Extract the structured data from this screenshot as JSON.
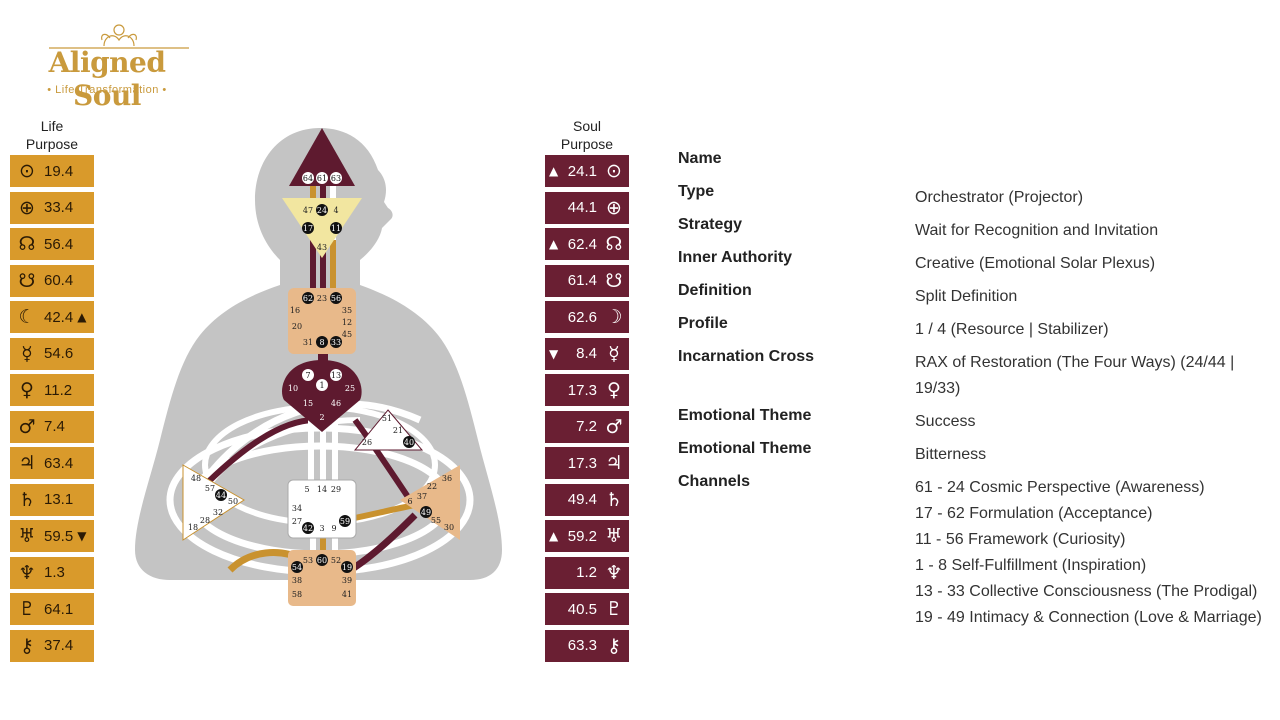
{
  "logo": {
    "title": "Aligned Soul",
    "subtitle": "• Life Transformation •",
    "color": "#c99a3d"
  },
  "life_purpose": {
    "heading": "Life\nPurpose",
    "color": "#d99a2b",
    "items": [
      {
        "icon": "sun-icon",
        "symbol": "⊙",
        "value": "19.4",
        "arrow": ""
      },
      {
        "icon": "earth-icon",
        "symbol": "⊕",
        "value": "33.4",
        "arrow": ""
      },
      {
        "icon": "north-node-icon",
        "symbol": "☊",
        "value": "56.4",
        "arrow": ""
      },
      {
        "icon": "south-node-icon",
        "symbol": "☋",
        "value": "60.4",
        "arrow": ""
      },
      {
        "icon": "moon-icon",
        "symbol": "☾",
        "value": "42.4",
        "arrow": "▲"
      },
      {
        "icon": "mercury-icon",
        "symbol": "☿",
        "value": "54.6",
        "arrow": ""
      },
      {
        "icon": "venus-icon",
        "symbol": "♀",
        "value": "11.2",
        "arrow": ""
      },
      {
        "icon": "mars-icon",
        "symbol": "♂",
        "value": "7.4",
        "arrow": ""
      },
      {
        "icon": "jupiter-icon",
        "symbol": "♃",
        "value": "63.4",
        "arrow": ""
      },
      {
        "icon": "saturn-icon",
        "symbol": "♄",
        "value": "13.1",
        "arrow": ""
      },
      {
        "icon": "uranus-icon",
        "symbol": "♅",
        "value": "59.5",
        "arrow": "▼"
      },
      {
        "icon": "neptune-icon",
        "symbol": "♆",
        "value": "1.3",
        "arrow": ""
      },
      {
        "icon": "pluto-icon",
        "symbol": "♇",
        "value": "64.1",
        "arrow": ""
      },
      {
        "icon": "chiron-icon",
        "symbol": "⚷",
        "value": "37.4",
        "arrow": ""
      }
    ]
  },
  "soul_purpose": {
    "heading": "Soul\nPurpose",
    "color": "#6a1f33",
    "items": [
      {
        "icon": "sun-icon",
        "symbol": "⊙",
        "value": "24.1",
        "arrow": "▲"
      },
      {
        "icon": "earth-icon",
        "symbol": "⊕",
        "value": "44.1",
        "arrow": ""
      },
      {
        "icon": "north-node-icon",
        "symbol": "☊",
        "value": "62.4",
        "arrow": "▲"
      },
      {
        "icon": "south-node-icon",
        "symbol": "☋",
        "value": "61.4",
        "arrow": ""
      },
      {
        "icon": "moon-icon",
        "symbol": "☽",
        "value": "62.6",
        "arrow": ""
      },
      {
        "icon": "mercury-icon",
        "symbol": "☿",
        "value": "8.4",
        "arrow": "▼"
      },
      {
        "icon": "venus-icon",
        "symbol": "♀",
        "value": "17.3",
        "arrow": ""
      },
      {
        "icon": "mars-icon",
        "symbol": "♂",
        "value": "7.2",
        "arrow": ""
      },
      {
        "icon": "jupiter-icon",
        "symbol": "♃",
        "value": "17.3",
        "arrow": ""
      },
      {
        "icon": "saturn-icon",
        "symbol": "♄",
        "value": "49.4",
        "arrow": ""
      },
      {
        "icon": "uranus-icon",
        "symbol": "♅",
        "value": "59.2",
        "arrow": "▲"
      },
      {
        "icon": "neptune-icon",
        "symbol": "♆",
        "value": "1.2",
        "arrow": ""
      },
      {
        "icon": "pluto-icon",
        "symbol": "♇",
        "value": "40.5",
        "arrow": ""
      },
      {
        "icon": "chiron-icon",
        "symbol": "⚷",
        "value": "63.3",
        "arrow": ""
      }
    ]
  },
  "bodygraph": {
    "colors": {
      "body": "#c4c4c4",
      "defined_maroon": "#5e1a2f",
      "defined_tan": "#e8b98a",
      "defined_yellow": "#f2e6a0",
      "channel_gold": "#c9922f",
      "channel_white": "#ffffff",
      "undefined": "#ffffff"
    },
    "centers": {
      "head": [
        "64",
        "61",
        "63"
      ],
      "ajna": [
        "47",
        "24",
        "4",
        "17",
        "11",
        "43"
      ],
      "throat": [
        "62",
        "23",
        "56",
        "16",
        "35",
        "20",
        "12",
        "45",
        "31",
        "8",
        "33"
      ],
      "g": [
        "7",
        "13",
        "10",
        "1",
        "25",
        "15",
        "46",
        "2"
      ],
      "heart": [
        "51",
        "21",
        "26",
        "40"
      ],
      "spleen": [
        "48",
        "57",
        "44",
        "50",
        "32",
        "28",
        "18"
      ],
      "sacral": [
        "5",
        "14",
        "29",
        "34",
        "27",
        "42",
        "3",
        "9",
        "59"
      ],
      "solar_plexus": [
        "36",
        "22",
        "37",
        "6",
        "49",
        "55",
        "30"
      ],
      "root": [
        "53",
        "60",
        "52",
        "54",
        "19",
        "38",
        "39",
        "58",
        "41"
      ]
    },
    "activated_gates": [
      "64",
      "61",
      "63",
      "24",
      "17",
      "11",
      "62",
      "56",
      "8",
      "33",
      "7",
      "13",
      "1",
      "40",
      "44",
      "42",
      "59",
      "49",
      "54",
      "60",
      "19"
    ]
  },
  "info": {
    "rows": [
      {
        "label": "Name",
        "value": ""
      },
      {
        "label": "Type",
        "value": "Orchestrator (Projector)"
      },
      {
        "label": "Strategy",
        "value": "Wait for Recognition and Invitation"
      },
      {
        "label": "Inner Authority",
        "value": "Creative (Emotional Solar Plexus)"
      },
      {
        "label": "Definition",
        "value": "Split Definition"
      },
      {
        "label": "Profile",
        "value": "1 / 4 (Resource | Stabilizer)"
      },
      {
        "label": "Incarnation Cross",
        "value": "RAX of Restoration (The Four Ways) (24/44 | 19/33)"
      },
      {
        "label": "Emotional Theme",
        "value": "Success"
      },
      {
        "label": "Emotional Theme",
        "value": "Bitterness"
      }
    ],
    "channels_label": "Channels",
    "channels": [
      "61 - 24 Cosmic Perspective (Awareness)",
      "17 - 62 Formulation (Acceptance)",
      "11 - 56 Framework (Curiosity)",
      "1 - 8 Self-Fulfillment (Inspiration)",
      "13 - 33 Collective Consciousness (The Prodigal)",
      "19 - 49 Intimacy & Connection (Love & Marriage)"
    ]
  }
}
